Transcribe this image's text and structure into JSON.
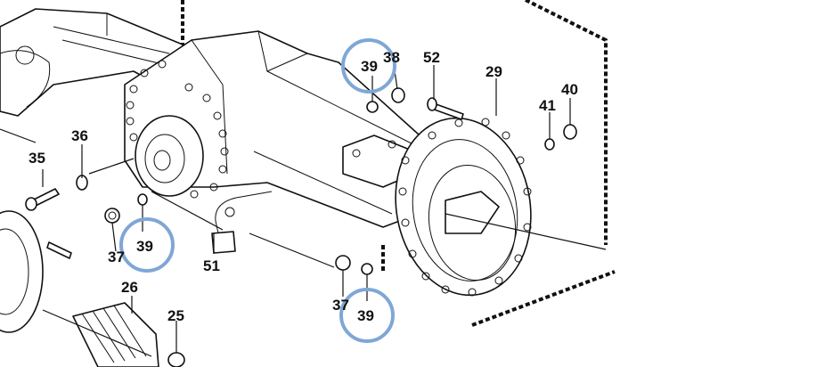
{
  "callouts": [
    {
      "id": "c35",
      "text": "35"
    },
    {
      "id": "c36",
      "text": "36"
    },
    {
      "id": "c37a",
      "text": "37"
    },
    {
      "id": "c39a",
      "text": "39"
    },
    {
      "id": "c51",
      "text": "51"
    },
    {
      "id": "c26",
      "text": "26"
    },
    {
      "id": "c25",
      "text": "25"
    },
    {
      "id": "c39b",
      "text": "39"
    },
    {
      "id": "c38",
      "text": "38"
    },
    {
      "id": "c52",
      "text": "52"
    },
    {
      "id": "c29",
      "text": "29"
    },
    {
      "id": "c41",
      "text": "41"
    },
    {
      "id": "c40",
      "text": "40"
    },
    {
      "id": "c37b",
      "text": "37"
    },
    {
      "id": "c39c",
      "text": "39"
    }
  ],
  "highlight_color": "#7fa7d6"
}
